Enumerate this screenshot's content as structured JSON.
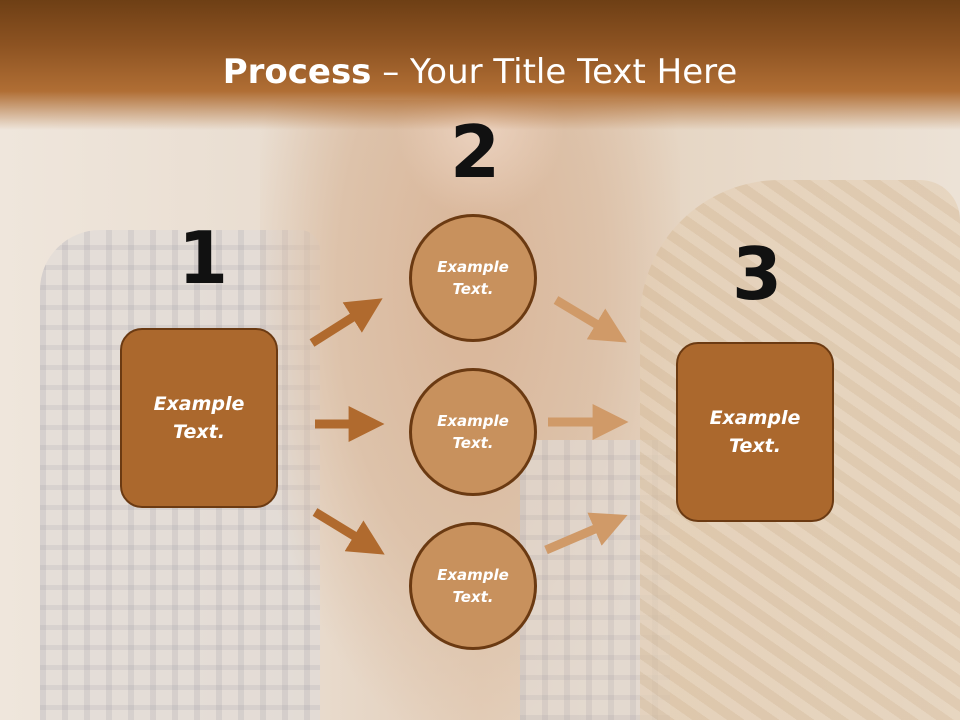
{
  "slide": {
    "title_bold": "Process",
    "title_rest": " – Your Title Text Here"
  },
  "steps": {
    "one": {
      "number": "1",
      "line1": "Example",
      "line2": "Text."
    },
    "two": {
      "number": "2"
    },
    "three": {
      "number": "3",
      "line1": "Example",
      "line2": "Text."
    }
  },
  "circles": [
    {
      "line1": "Example",
      "line2": "Text."
    },
    {
      "line1": "Example",
      "line2": "Text."
    },
    {
      "line1": "Example",
      "line2": "Text."
    }
  ],
  "colors": {
    "header": "#8d5322",
    "box_fill": "#ab682d",
    "circle_fill": "#c8915d",
    "left_arrow": "#b06a2e",
    "right_arrow": "#d09a68"
  }
}
